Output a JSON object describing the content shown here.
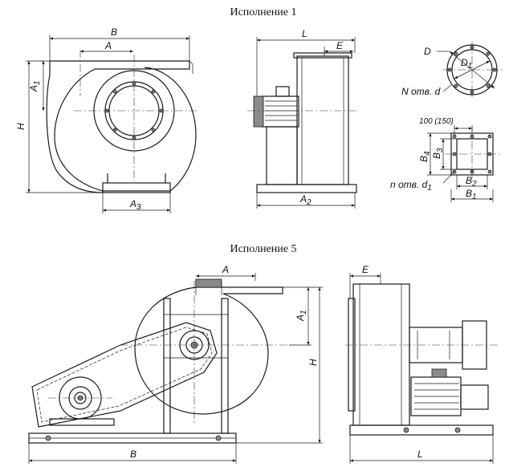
{
  "titles": {
    "variant1": "Исполнение 1",
    "variant5": "Исполнение 5"
  },
  "variant1_front": {
    "width": "B",
    "outlet": "A",
    "height_upper": "A",
    "height_upper_sub": "1",
    "height": "H",
    "base": "A",
    "base_sub": "3"
  },
  "variant1_side": {
    "length": "L",
    "offset": "E",
    "base": "A",
    "base_sub": "2"
  },
  "flange_round": {
    "outer": "D",
    "inner": "D",
    "inner_sub": "1",
    "holes": "N отв. d"
  },
  "flange_square": {
    "pitch": "100 (150)",
    "h_outer": "B",
    "h_outer_sub": "4",
    "h_inner": "B",
    "h_inner_sub": "3",
    "w_inner": "B",
    "w_inner_sub": "2",
    "w_outer": "B",
    "w_outer_sub": "1",
    "holes": "n отв. d",
    "holes_sub": "1"
  },
  "variant5_front": {
    "outlet": "A",
    "height_upper": "A",
    "height_upper_sub": "1",
    "height": "H",
    "width": "B"
  },
  "variant5_side": {
    "offset": "E",
    "length": "L"
  }
}
